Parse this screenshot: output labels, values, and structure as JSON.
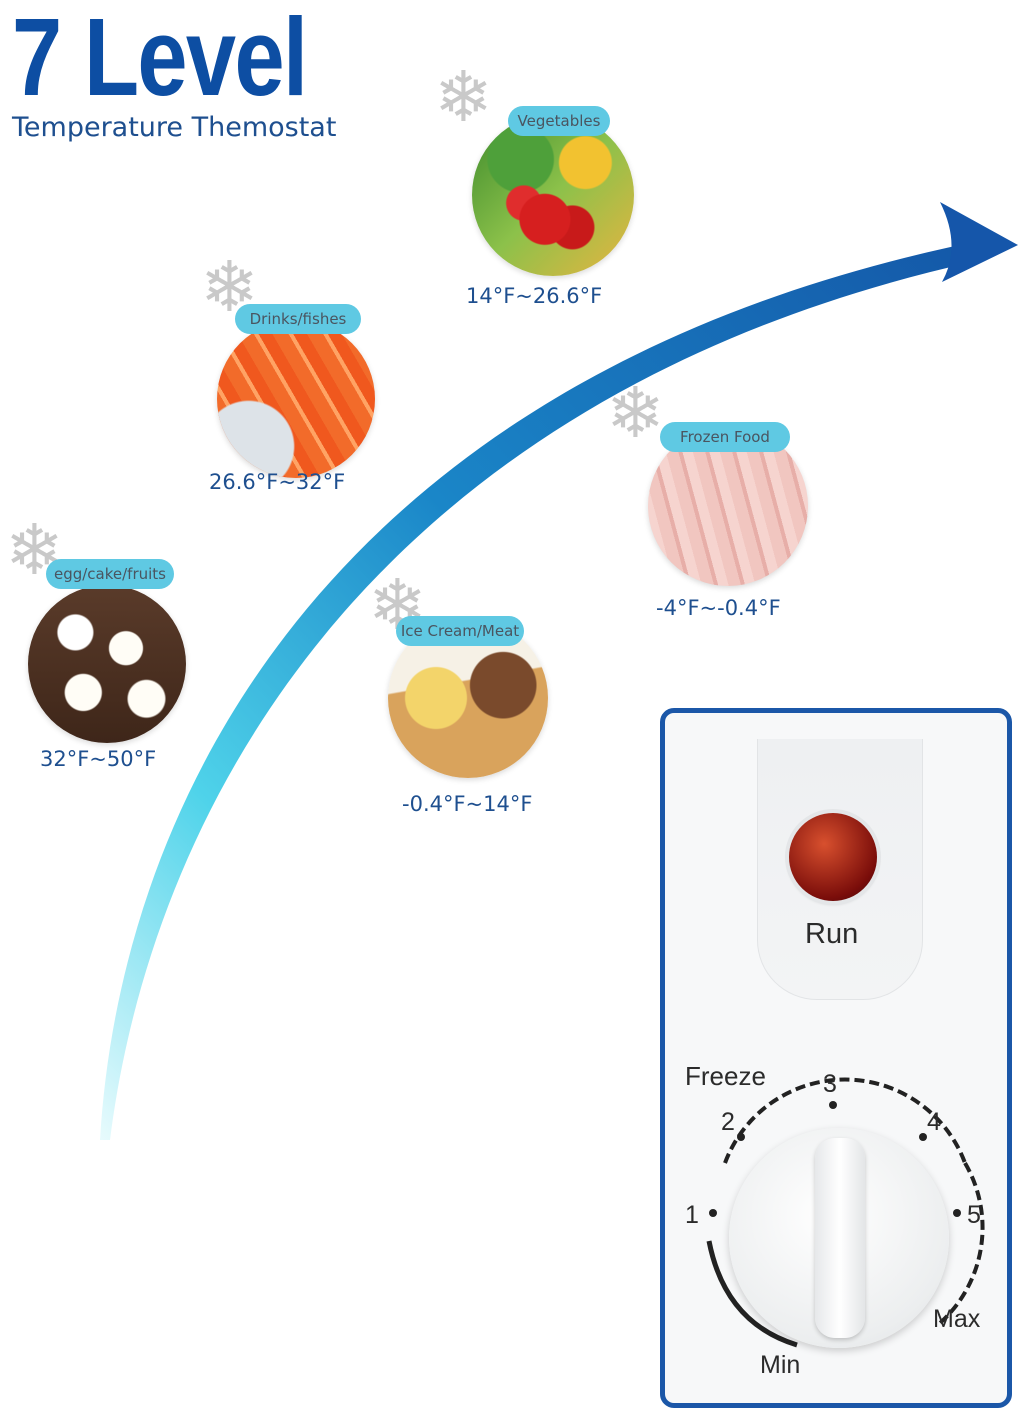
{
  "header": {
    "title": "7 Level",
    "subtitle": "Temperature Themostat"
  },
  "colors": {
    "brand_blue": "#0d4ea3",
    "pill": "#5fc9e3",
    "arrow_light": "#e6fbfd"
  },
  "foods": [
    {
      "label": "egg/cake/fruits",
      "range": "32°F~50°F",
      "icon": "cupcakes-photo"
    },
    {
      "label": "Drinks/fishes",
      "range": "26.6°F~32°F",
      "icon": "salmon-photo"
    },
    {
      "label": "Vegetables",
      "range": "14°F~26.6°F",
      "icon": "vegetables-photo"
    },
    {
      "label": "Ice Cream/Meat",
      "range": "-0.4°F~14°F",
      "icon": "ice-cream-photo"
    },
    {
      "label": "Frozen Food",
      "range": "-4°F~-0.4°F",
      "icon": "chicken-feet-photo"
    }
  ],
  "panel": {
    "indicator_label": "Run",
    "dial": {
      "freeze_label": "Freeze",
      "ticks": [
        "1",
        "2",
        "3",
        "4",
        "5"
      ],
      "min_label": "Min",
      "max_label": "Max"
    }
  }
}
